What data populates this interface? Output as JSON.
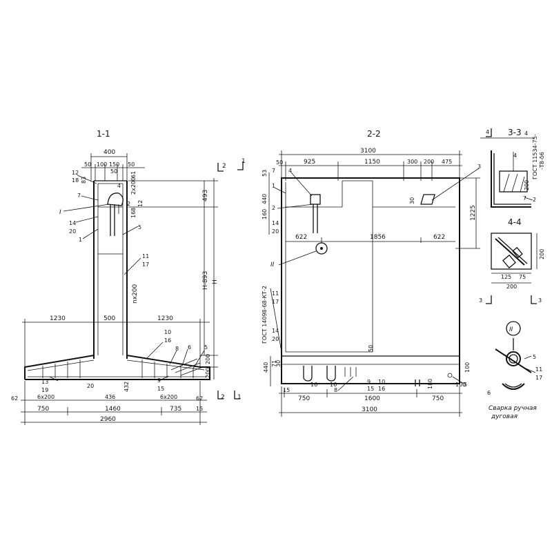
{
  "sections": {
    "s11": {
      "title": "1-1",
      "dims_top": [
        "400",
        "50",
        "100",
        "150",
        "50",
        "50"
      ],
      "dims_small": [
        "83",
        "2х200",
        "61",
        "12",
        "168"
      ],
      "dims_vert": [
        "493",
        "Н-893",
        "Н",
        "nх200",
        "200",
        "200",
        "432",
        "20",
        "62",
        "62"
      ],
      "dims_bottom": [
        "1230",
        "500",
        "1230",
        "6х200",
        "436",
        "6х200",
        "750",
        "1460",
        "735",
        "15",
        "2960"
      ],
      "callouts": [
        "12",
        "18",
        "7",
        "4",
        "I",
        "14",
        "20",
        "1",
        "2",
        "5",
        "11",
        "17",
        "10",
        "16",
        "8",
        "6",
        "5",
        "9",
        "15",
        "13",
        "19"
      ],
      "cut_marks": [
        "2",
        "2",
        "1"
      ]
    },
    "s22": {
      "title": "2-2",
      "dims_top": [
        "3100",
        "50",
        "925",
        "1150",
        "300",
        "200",
        "475"
      ],
      "dims_vert": [
        "53",
        "440",
        "160",
        "1225",
        "30",
        "440",
        "71",
        "30",
        "100",
        "180",
        "100"
      ],
      "dims_mid": [
        "622",
        "1856",
        "622",
        "50"
      ],
      "dims_bottom": [
        "15",
        "750",
        "1600",
        "750",
        "3100"
      ],
      "callouts": [
        "7",
        "1",
        "4",
        "2",
        "3",
        "14",
        "20",
        "II",
        "11",
        "17",
        "14",
        "20",
        "16",
        "16",
        "8",
        "9",
        "15",
        "10",
        "16",
        "5"
      ],
      "gost_note": "ГОСТ 14098-68-КТ-2",
      "cut_marks": [
        "1"
      ]
    },
    "s33": {
      "title": "3-3",
      "marks": [
        "4",
        "4",
        "3",
        "3"
      ],
      "callouts": [
        "4",
        "2"
      ],
      "dims": [
        "200",
        "7"
      ],
      "gost_note": "ГОСТ 11534-75-",
      "gost_note2": "-Т8-δ6"
    },
    "s44": {
      "title": "4-4",
      "dims": [
        "125",
        "75",
        "200",
        "200"
      ]
    },
    "detail": {
      "label": "II",
      "callouts": [
        "5",
        "11",
        "17"
      ],
      "dim": "6",
      "weld_note_1": "Сварка ручная",
      "weld_note_2": "дуговая"
    }
  }
}
